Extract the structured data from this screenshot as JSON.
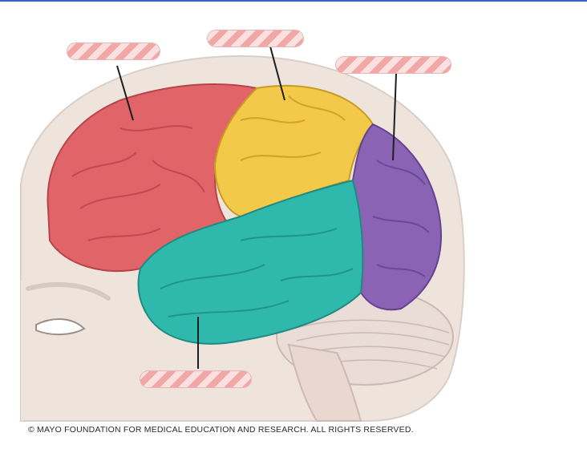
{
  "header": {
    "rule_color": "#3a63b8"
  },
  "figure": {
    "colors": {
      "frontal": "#e06468",
      "parietal": "#f2c948",
      "occipital": "#8a63b5",
      "temporal": "#2fb8ac",
      "cerebellum": "#eadcd6",
      "head": "#efe4dc",
      "leader": "#1e1e1e"
    },
    "labels": [
      {
        "id": "frontal-lobe-label",
        "text": ""
      },
      {
        "id": "parietal-lobe-label",
        "text": ""
      },
      {
        "id": "occipital-lobe-label",
        "text": ""
      },
      {
        "id": "temporal-lobe-label",
        "text": ""
      }
    ]
  },
  "footer": {
    "copyright": "© MAYO FOUNDATION FOR MEDICAL EDUCATION AND RESEARCH. ALL RIGHTS RESERVED."
  }
}
